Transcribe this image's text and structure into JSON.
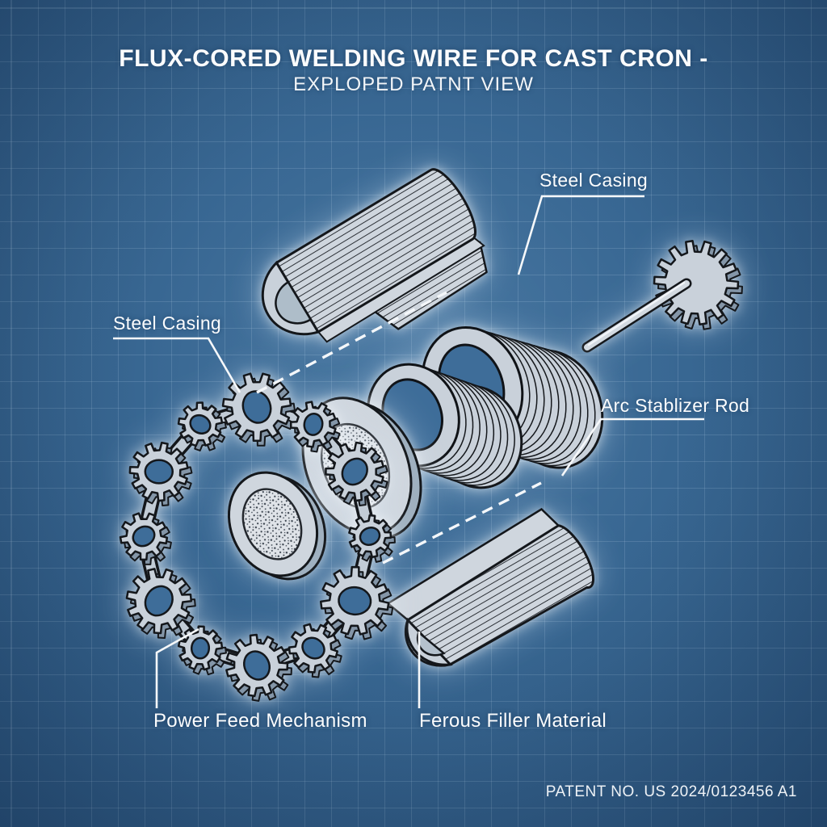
{
  "header": {
    "title": "FLUX-CORED WELDING WIRE FOR CAST CRON -",
    "subtitle": "EXPLOPED PATNT VIEW"
  },
  "labels": {
    "steel_casing_top": "Steel Casing",
    "steel_casing_left": "Steel Casing",
    "arc_stabilizer_rod": "Arc Stablizer Rod",
    "power_feed_mechanism": "Power Feed Mechanism",
    "ferrous_filler_material": "Ferous Filler Material"
  },
  "footer": {
    "patent_number": "PATENT NO. US 2024/0123456 A1"
  },
  "colors": {
    "background": "#376590",
    "grid_line": "#5d87ac",
    "part_fill": "#c9d1da",
    "part_shade": "#8496a8",
    "outline": "#14171b",
    "hole_blue": "#3e6d99",
    "label_text": "#fbfcfd"
  }
}
